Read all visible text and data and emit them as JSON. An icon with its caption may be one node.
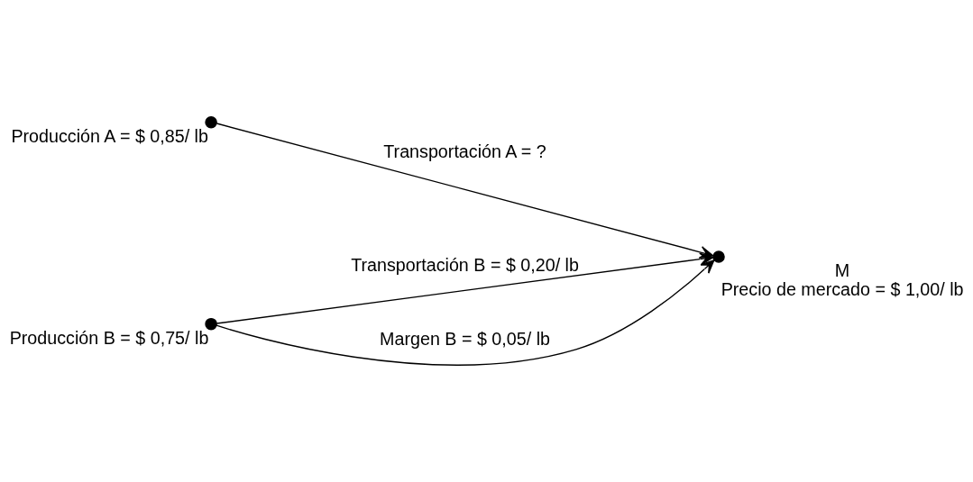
{
  "diagram": {
    "nodes": [
      {
        "text": [],
        "shape": "circle",
        "beside": [
          "Producción A = $ 0,85/ lb"
        ]
      },
      {
        "text": [],
        "shape": "circle",
        "beside": [
          "M",
          "Precio de mercado = $ 1,00/ lb"
        ]
      },
      {
        "text": [],
        "shape": "circle",
        "beside": [
          "Producción B = $ 0,75/ lb"
        ]
      }
    ],
    "edges": [
      {
        "from": 0,
        "to": 1,
        "arrow": "to",
        "label": "Transportación A = ?"
      },
      {
        "from": 2,
        "to": 1,
        "arrow": "to",
        "label": "Transportación B = $ 0,20/ lb"
      },
      {
        "from": 2,
        "to": 1,
        "arrow": "to",
        "label": "Margen B = $ 0,05/ lb"
      }
    ]
  }
}
